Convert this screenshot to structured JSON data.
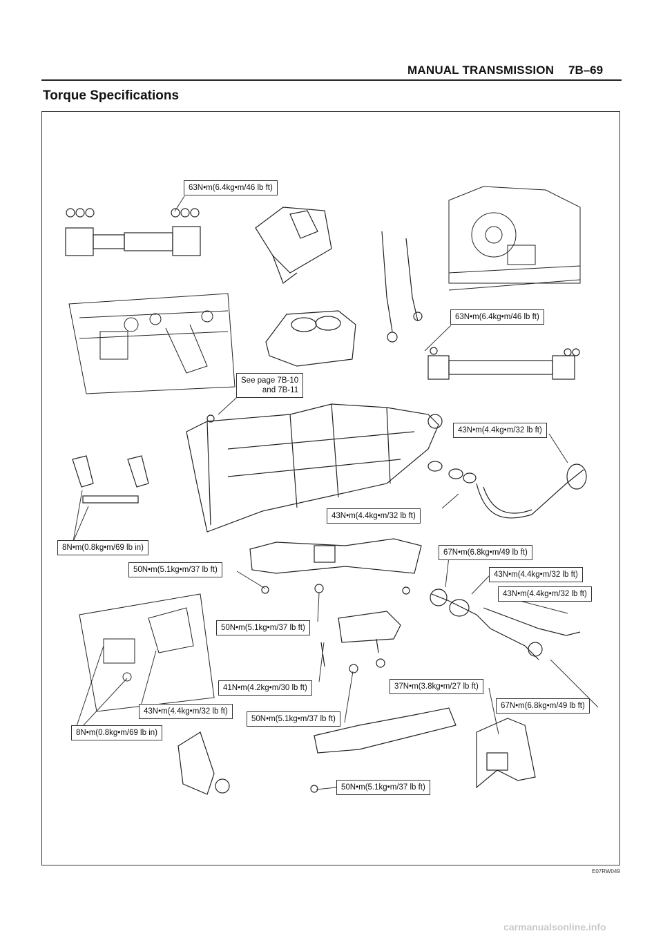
{
  "header": {
    "section": "MANUAL TRANSMISSION",
    "page": "7B–69"
  },
  "title": "Torque Specifications",
  "figure_code": "E07RW049",
  "footer": "carmanualsonline.info",
  "callouts": [
    "63N•m(6.4kg•m/46 lb ft)",
    "63N•m(6.4kg•m/46 lb ft)",
    "See page 7B-10\n        and 7B-11",
    "43N•m(4.4kg•m/32 lb ft)",
    "43N•m(4.4kg•m/32 lb ft)",
    "8N•m(0.8kg•m/69 lb in)",
    "67N•m(6.8kg•m/49 lb ft)",
    "50N•m(5.1kg•m/37 lb ft)",
    "43N•m(4.4kg•m/32 lb ft)",
    "43N•m(4.4kg•m/32 lb ft)",
    "50N•m(5.1kg•m/37 lb ft)",
    "41N•m(4.2kg•m/30 lb ft)",
    "37N•m(3.8kg•m/27 lb ft)",
    "43N•m(4.4kg•m/32 lb ft)",
    "67N•m(6.8kg•m/49 lb ft)",
    "50N•m(5.1kg•m/37 lb ft)",
    "8N•m(0.8kg•m/69 lb in)",
    "50N•m(5.1kg•m/37 lb ft)"
  ]
}
